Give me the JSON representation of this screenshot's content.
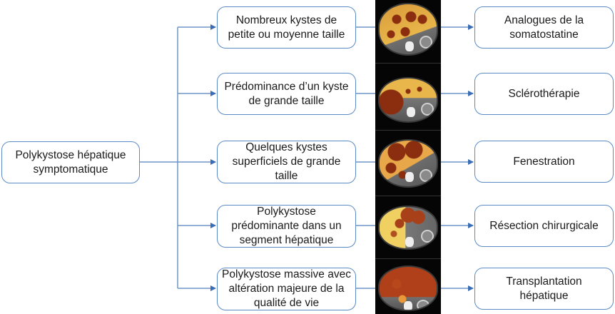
{
  "root": {
    "label": "Polykystose hépatique symptomatique",
    "lines": [
      "Polykystose hépatique",
      "symptomatique"
    ]
  },
  "scenarios": [
    {
      "lines": [
        "Nombreux kystes de",
        "petite ou moyenne taille"
      ],
      "treatment_lines": [
        "Analogues de la",
        "somatostatine"
      ],
      "scan": "ct-scan-many-small-cysts"
    },
    {
      "lines": [
        "Prédominance d’un kyste",
        "de grande taille"
      ],
      "treatment_lines": [
        "Sclérothérapie"
      ],
      "scan": "ct-scan-dominant-large-cyst"
    },
    {
      "lines": [
        "Quelques kystes",
        "superficiels de grande",
        "taille"
      ],
      "treatment_lines": [
        "Fenestration"
      ],
      "scan": "ct-scan-superficial-large-cysts"
    },
    {
      "lines": [
        "Polykystose",
        "prédominante dans un",
        "segment hépatique"
      ],
      "treatment_lines": [
        "Résection chirurgicale"
      ],
      "scan": "ct-scan-segmental-polycystosis"
    },
    {
      "lines": [
        "Polykystose massive avec",
        "altération majeure de la",
        "qualité de vie"
      ],
      "treatment_lines": [
        "Transplantation",
        "hépatique"
      ],
      "scan": "ct-scan-massive-polycystosis"
    }
  ],
  "colors": {
    "box_border": "#5b8ac4",
    "connector": "#5b8ac4",
    "arrow_head": "#3b6db3",
    "cyst": "#8b2e0f",
    "liver": "#e8b64a",
    "strip_background": "#050505"
  }
}
